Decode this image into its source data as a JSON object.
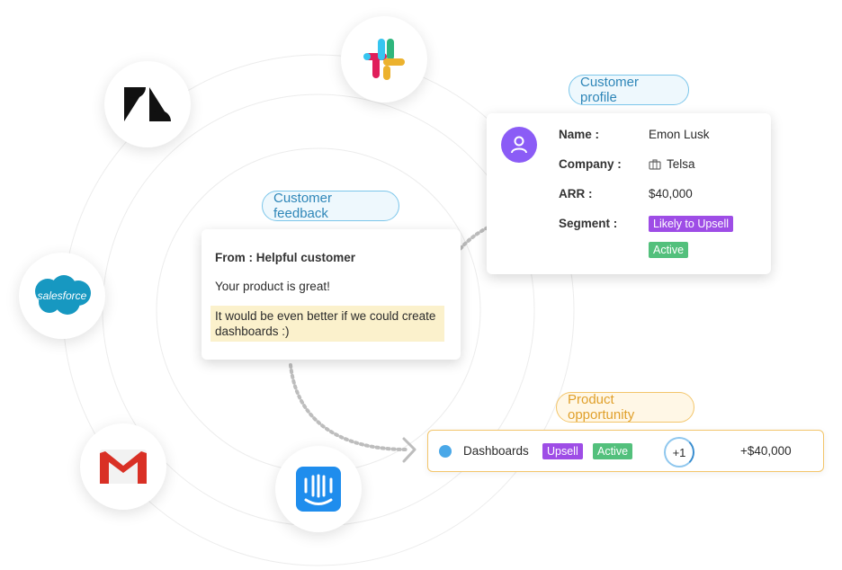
{
  "colors": {
    "accent_purple": "#8b5cf6",
    "tag_purple": "#9e4de6",
    "tag_green": "#53c07c",
    "pill_blue": "#2e86b8",
    "pill_orange": "#e0a02b",
    "highlight": "#fbf1cc"
  },
  "logos": [
    {
      "name": "zendesk-logo",
      "icon": "zendesk"
    },
    {
      "name": "slack-logo",
      "icon": "slack"
    },
    {
      "name": "salesforce-logo",
      "icon": "salesforce",
      "text": "salesforce"
    },
    {
      "name": "gmail-logo",
      "icon": "gmail"
    },
    {
      "name": "intercom-logo",
      "icon": "intercom"
    }
  ],
  "customer_profile": {
    "title": "Customer profile",
    "name_label": "Name :",
    "name_value": "Emon Lusk",
    "company_label": "Company :",
    "company_value": "Telsa",
    "arr_label": "ARR :",
    "arr_value": "$40,000",
    "segment_label": "Segment :",
    "segments": [
      "Likely to Upsell",
      "Active"
    ]
  },
  "customer_feedback": {
    "title": "Customer feedback",
    "from": "From : Helpful customer",
    "message": "Your product is great!",
    "highlight_line1": "It would be even better if we could create",
    "highlight_line2": "dashboards :)"
  },
  "product_opportunity": {
    "title": "Product opportunity",
    "item": "Dashboards",
    "tags": [
      "Upsell",
      "Active"
    ],
    "count": "+1",
    "value": "+$40,000"
  }
}
